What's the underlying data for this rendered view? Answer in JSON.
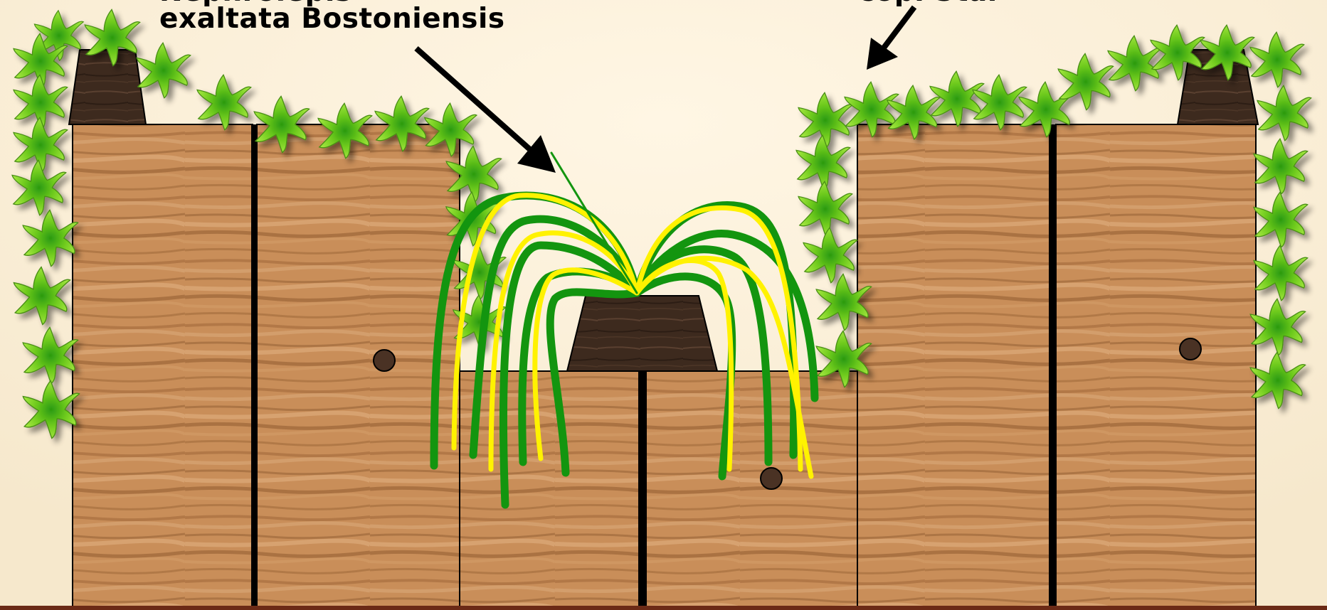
{
  "labels": {
    "fern_line1": "Nephrolepis",
    "fern_line2": "exaltata Bostoniensis",
    "star_line1": "copi Star"
  },
  "colors": {
    "background": "#fbf0dc",
    "wood": "#c58a55",
    "wood_dark": "#8a5a32",
    "pot": "#3e2a1f",
    "fern_green": "#13950f",
    "fern_yellow": "#fff200",
    "star_leaf": "#7bd32a",
    "outline": "#000000"
  },
  "icons": {
    "arrow": "arrow-icon",
    "knob": "knob-icon",
    "leaf": "star-leaf-icon"
  }
}
